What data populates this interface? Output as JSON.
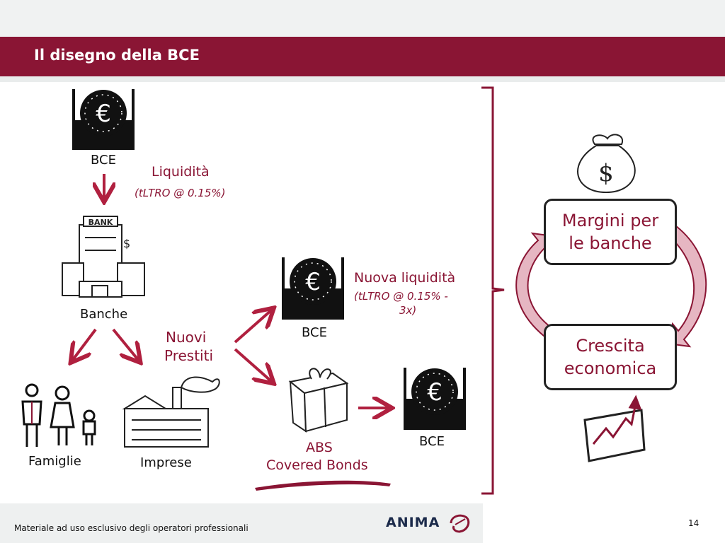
{
  "header": {
    "title": "Il disegno della BCE"
  },
  "diagram": {
    "bce_top": "BCE",
    "liquidity": "Liquidità",
    "liquidity_sub": "(tLTRO @ 0.15%)",
    "banks": "Banche",
    "new_loans_1": "Nuovi",
    "new_loans_2": "Prestiti",
    "families": "Famiglie",
    "companies": "Imprese",
    "bce_mid": "BCE",
    "new_liquidity": "Nuova liquidità",
    "new_liquidity_sub_1": "(tLTRO @ 0.15% -",
    "new_liquidity_sub_2": "3x)",
    "abs_1": "ABS",
    "abs_2": "Covered Bonds",
    "bce_bottom": "BCE",
    "bank_sign": "BANK",
    "margins_1": "Margini per",
    "margins_2": "le banche",
    "growth_1": "Crescita",
    "growth_2": "economica"
  },
  "footer": {
    "note": "Materiale ad uso esclusivo degli operatori professionali",
    "logo": "ANIMA",
    "page": "14"
  },
  "colors": {
    "accent": "#8a1534",
    "arrow": "#b0203f",
    "cycle": "#e6b6c2"
  }
}
